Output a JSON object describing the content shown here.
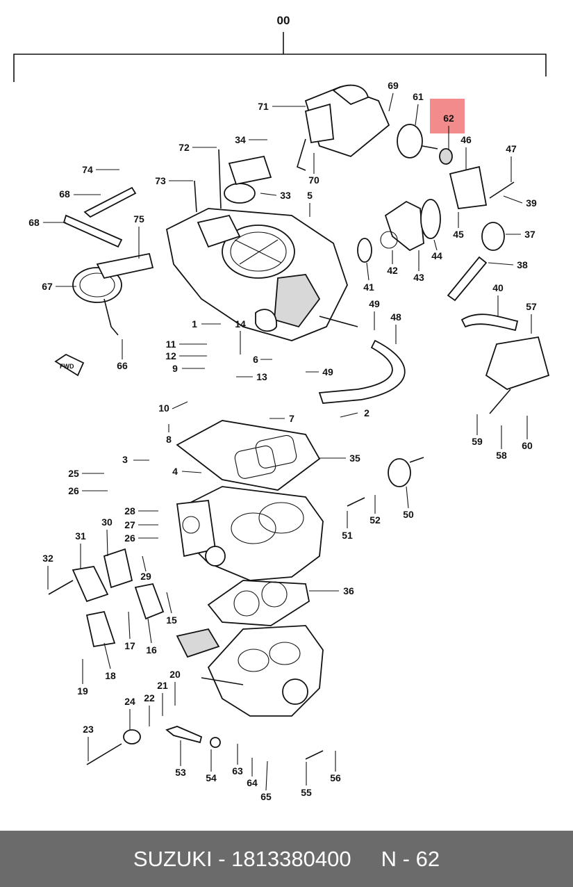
{
  "diagram": {
    "assembly_label": "00",
    "highlight_color": "#f28b8b",
    "highlighted_part": "62",
    "fwd_arrow_label": "FWD",
    "labels": [
      "1",
      "2",
      "3",
      "4",
      "5",
      "6",
      "7",
      "8",
      "9",
      "10",
      "11",
      "12",
      "13",
      "14",
      "15",
      "16",
      "17",
      "18",
      "19",
      "20",
      "21",
      "22",
      "23",
      "24",
      "25",
      "26",
      "26",
      "27",
      "28",
      "29",
      "30",
      "31",
      "32",
      "33",
      "34",
      "35",
      "36",
      "37",
      "38",
      "39",
      "40",
      "41",
      "42",
      "43",
      "44",
      "45",
      "46",
      "47",
      "48",
      "49",
      "49",
      "50",
      "51",
      "52",
      "53",
      "54",
      "55",
      "56",
      "57",
      "58",
      "59",
      "60",
      "61",
      "62",
      "63",
      "64",
      "65",
      "66",
      "67",
      "68",
      "68",
      "69",
      "70",
      "71",
      "72",
      "73",
      "74",
      "75"
    ]
  },
  "footer": {
    "brand": "SUZUKI",
    "separator": " - ",
    "part_number": "1813380400",
    "gap": "     ",
    "page_ref": "N - 62",
    "background_color": "#6b6b6b"
  }
}
